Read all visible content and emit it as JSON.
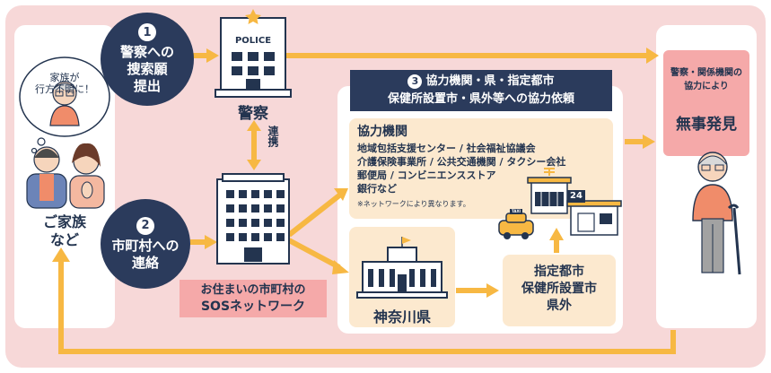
{
  "family": {
    "bubble_line1": "家族が",
    "bubble_line2": "行方不明に！",
    "label_line1": "ご家族",
    "label_line2": "など"
  },
  "steps": [
    {
      "number": "1",
      "line1": "警察への",
      "line2": "捜索願",
      "line3": "提出"
    },
    {
      "number": "2",
      "line1": "市町村への",
      "line2": "連絡"
    },
    {
      "number": "3",
      "line1": "協力機関・県・指定都市",
      "line2": "保健所設置市・県外等への協力依頼"
    }
  ],
  "police": {
    "sign": "POLICE",
    "label": "警察"
  },
  "link_label": "連携",
  "city": {
    "line1": "お住まいの市町村の",
    "line2": "SOSネットワーク"
  },
  "partners": {
    "heading": "協力機関",
    "lines": [
      "地域包括支援センター / 社会福祉協議会",
      "介護保険事業所 / 公共交通機関 / タクシー会社",
      "郵便局 / コンビニエンスストア",
      "銀行など"
    ],
    "note": "※ネットワークにより異なります。",
    "taxi_sign": "TAXI",
    "store_sign": "24"
  },
  "prefecture": {
    "label": "神奈川県"
  },
  "other_cities": {
    "line1": "指定都市",
    "line2": "保健所設置市",
    "line3": "県外"
  },
  "result": {
    "line1": "警察・関係機関の",
    "line2": "協力により",
    "headline": "無事発見"
  },
  "colors": {
    "background": "#f7d8d8",
    "navy": "#2b3b5c",
    "arrow": "#f7b843",
    "beige": "#fce9cf",
    "highlight": "#f5a9a9"
  }
}
